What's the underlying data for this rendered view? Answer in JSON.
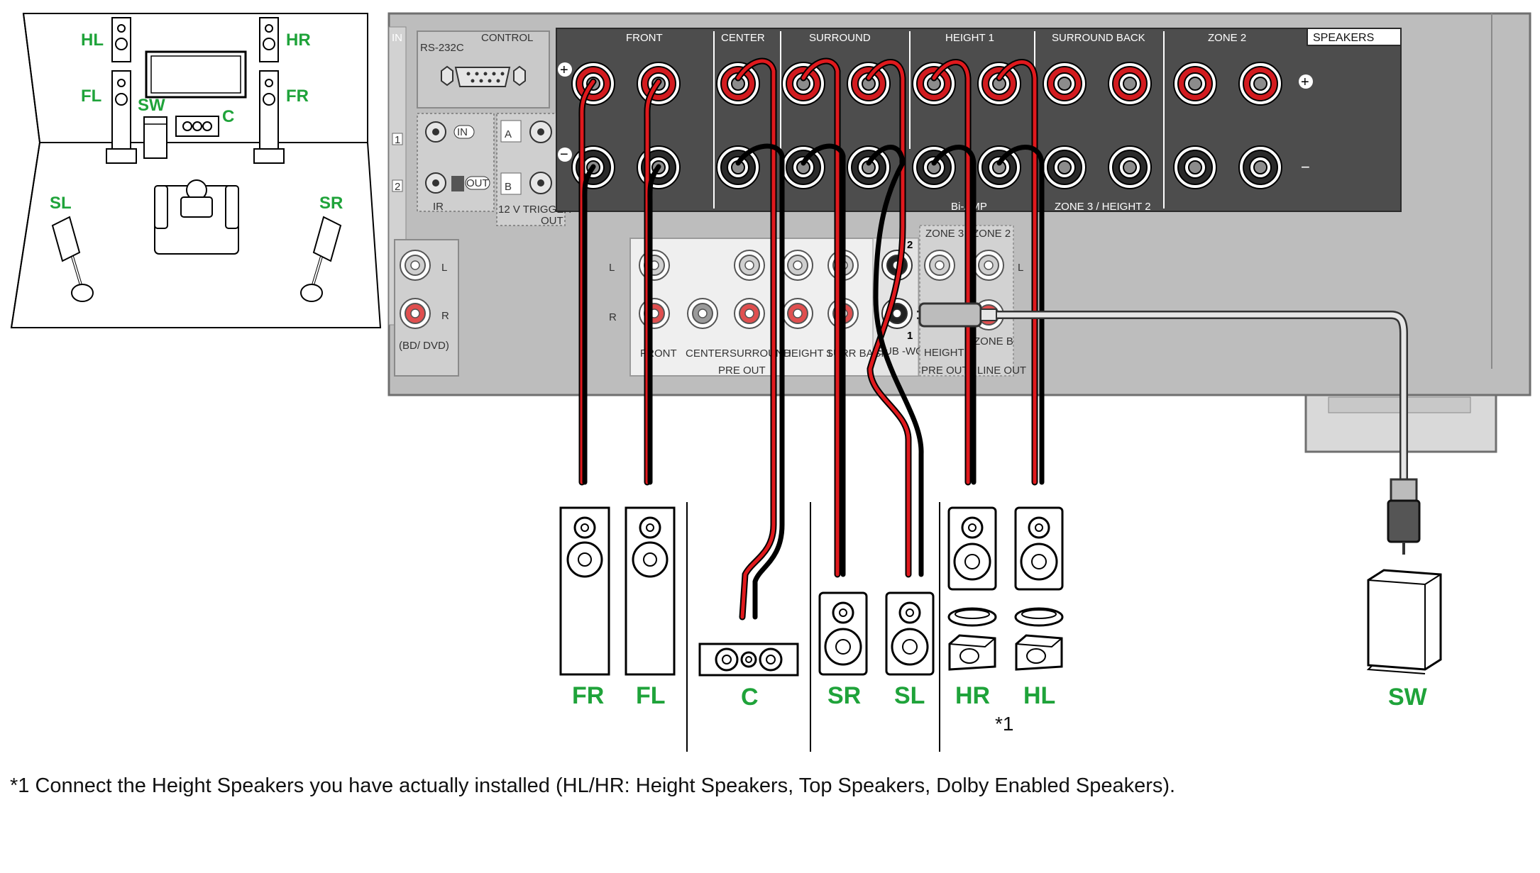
{
  "room_diagram": {
    "labels": {
      "hl": "HL",
      "hr": "HR",
      "fl": "FL",
      "fr": "FR",
      "sw": "SW",
      "c": "C",
      "sl": "SL",
      "sr": "SR"
    }
  },
  "receiver": {
    "input_label": "IN",
    "control_label": "CONTROL",
    "rs232c_label": "RS-232C",
    "in_badge": "IN",
    "out_badge": "OUT",
    "ir_label": "IR",
    "trigger_a": "A",
    "trigger_b": "B",
    "trigger_label": "12 V  TRIGGER",
    "trigger_out": "OUT",
    "port_1": "1",
    "port_2": "2",
    "bd_dvd_label": "(BD/ DVD)",
    "l_label": "L",
    "r_label": "R",
    "speakers_badge": "SPEAKERS",
    "plus_sign": "+",
    "minus_sign": "−",
    "terminal_groups": [
      "FRONT",
      "CENTER",
      "SURROUND",
      "HEIGHT 1",
      "SURROUND BACK",
      "ZONE 2"
    ],
    "bi_amp_label": "Bi-AMP",
    "zone3_height2_label": "ZONE 3 / HEIGHT 2",
    "preout_channels": [
      "FRONT",
      "CENTER",
      "SURROUND",
      "HEIGHT 1",
      "SURR BACK"
    ],
    "preout_label": "PRE OUT",
    "subwoofer_label": "SUB -WOOFER",
    "sub_num_1": "1",
    "sub_num_2": "2",
    "zone_labels": [
      "ZONE 3",
      "ZONE 2",
      "ZONE B",
      "HEIGHT 2"
    ],
    "preout_lineout_label": "PRE OUT / LINE OUT"
  },
  "speakers": {
    "labels": [
      "FR",
      "FL",
      "C",
      "SR",
      "SL",
      "HR",
      "HL",
      "SW"
    ],
    "footnote_marker": "*1"
  },
  "footnote": "*1 Connect the Height Speakers you have actually installed (HL/HR: Height Speakers, Top Speakers, Dolby Enabled Speakers).",
  "colors": {
    "label_green": "#1fa33a",
    "panel_gray": "#bdbdbd",
    "panel_dark": "#4d4d4d",
    "wire_red": "#e0191d",
    "wire_black": "#000000"
  }
}
